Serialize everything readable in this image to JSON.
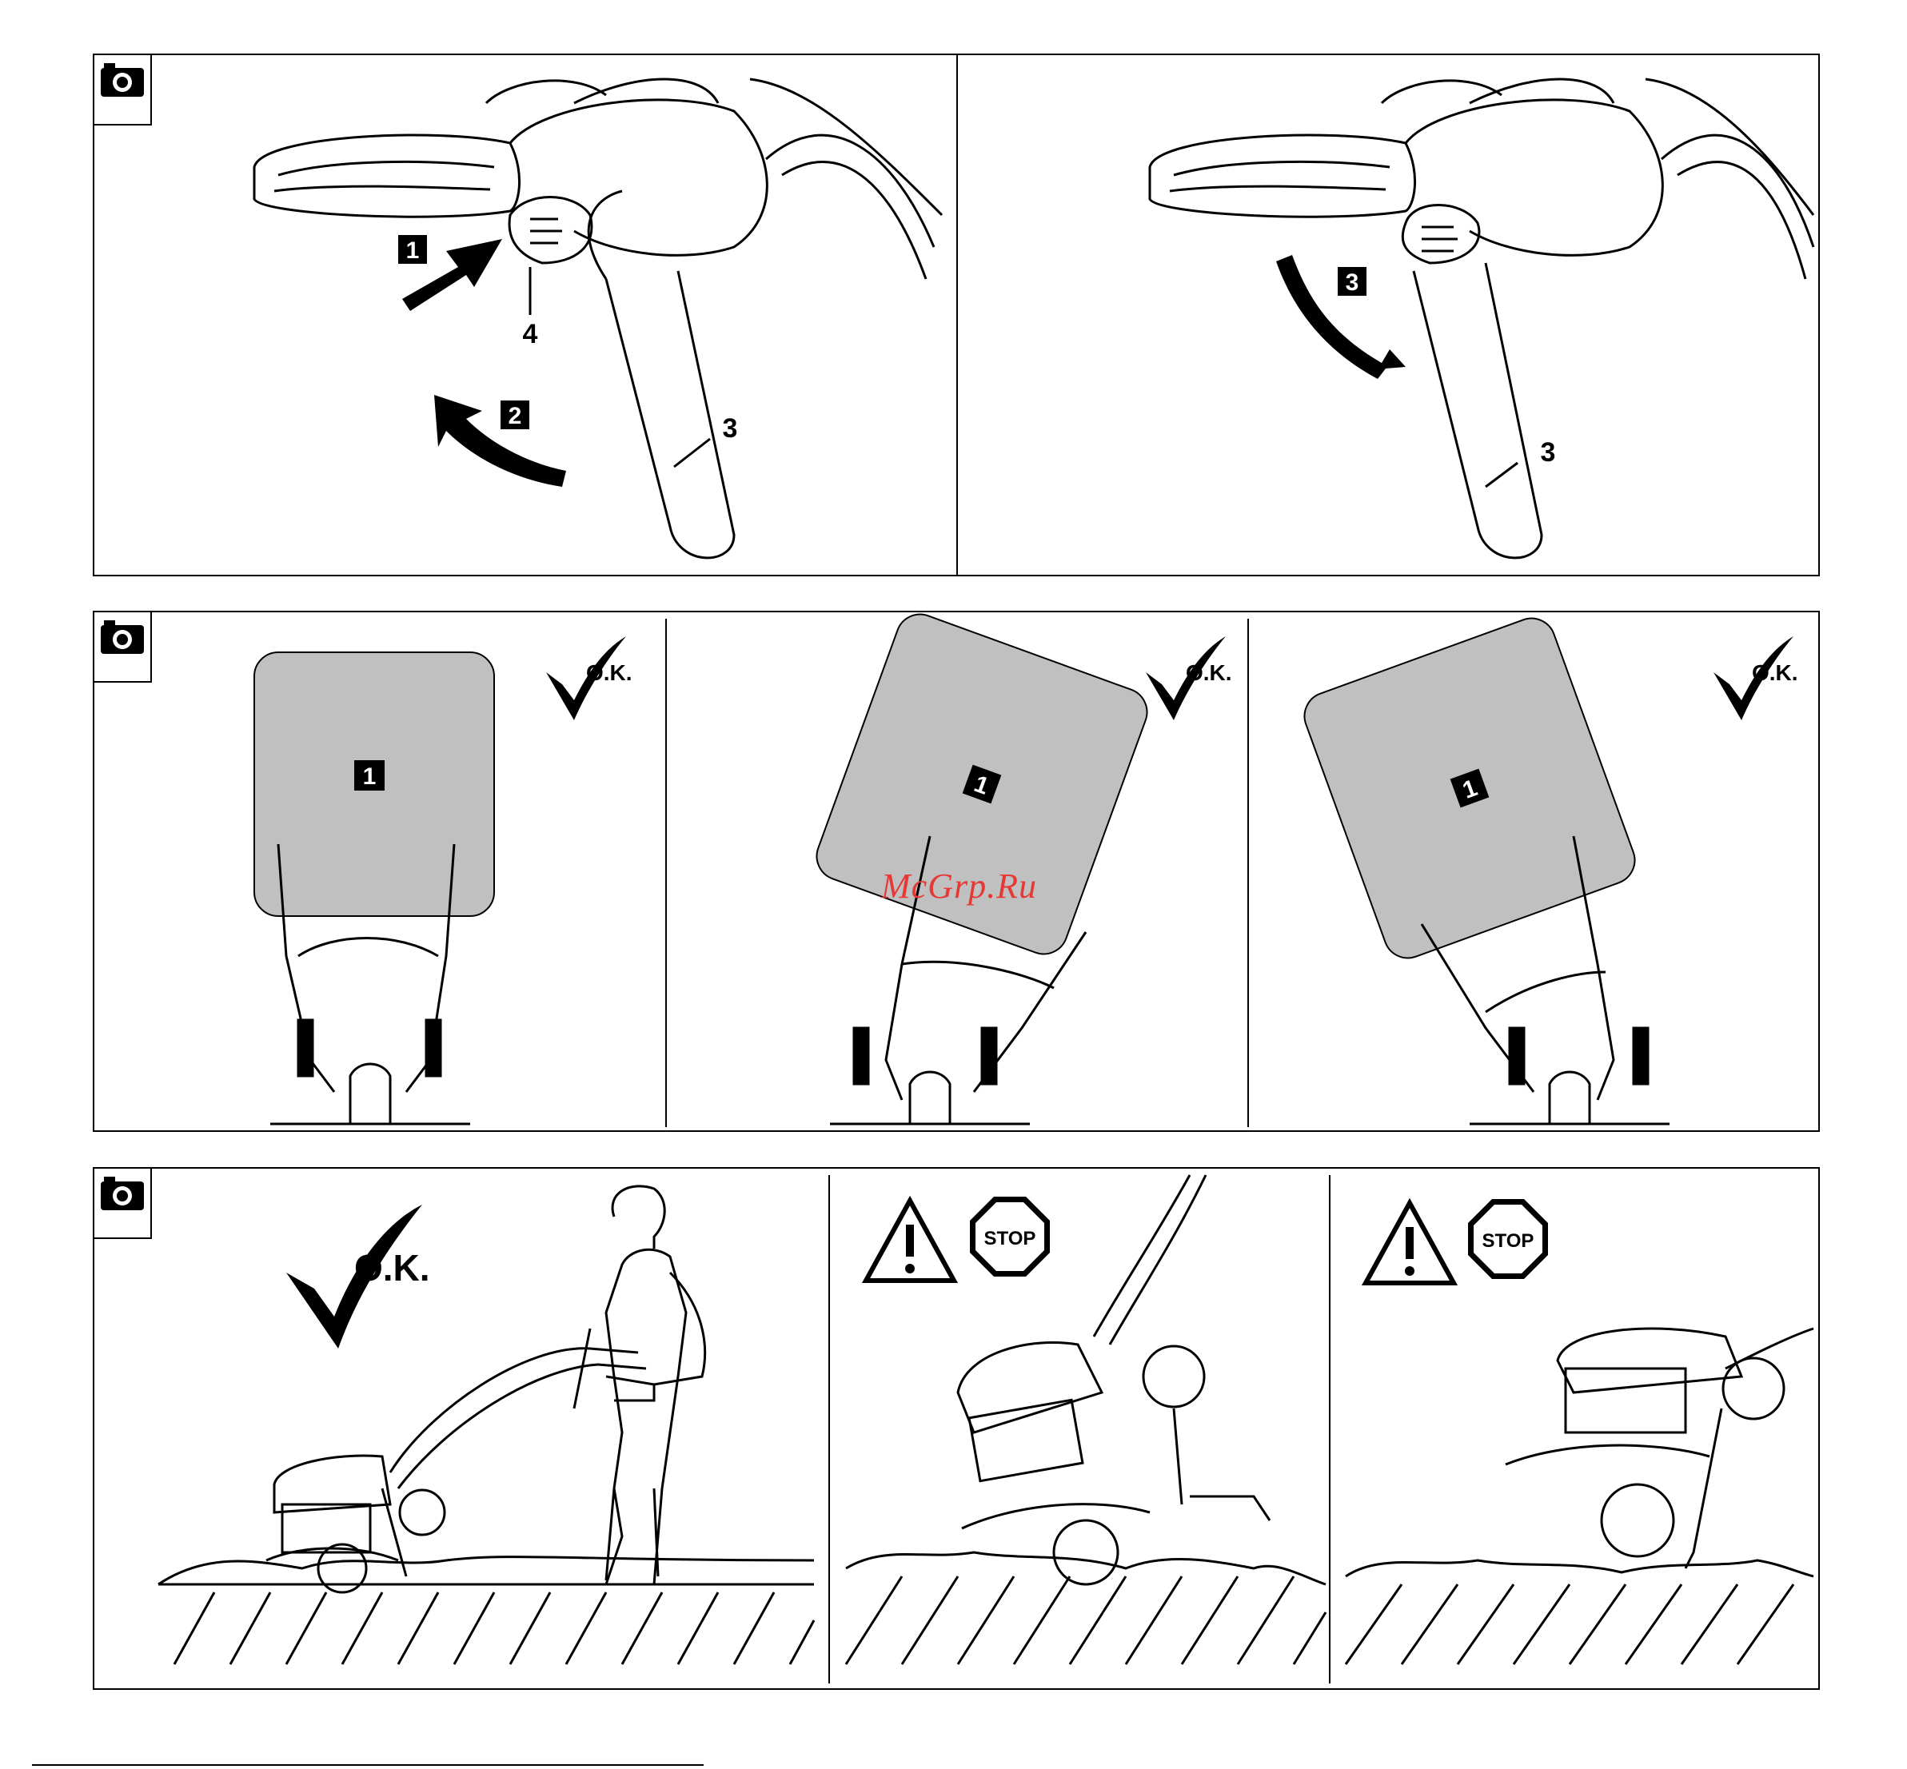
{
  "panel1": {
    "left": {
      "step1": "1",
      "step2": "2",
      "part_lever": "4",
      "part_handle": "3"
    },
    "right": {
      "step3": "3",
      "part_handle": "3"
    }
  },
  "panel2": {
    "ok_label": "O.K.",
    "area_label": "1"
  },
  "panel3": {
    "ok_label": "O.K.",
    "stop_label": "STOP"
  },
  "watermark": "McGrp.Ru",
  "icons": [
    "camera-icon",
    "checkmark-icon",
    "warning-triangle-icon",
    "stop-sign-icon",
    "arrow-icon"
  ]
}
